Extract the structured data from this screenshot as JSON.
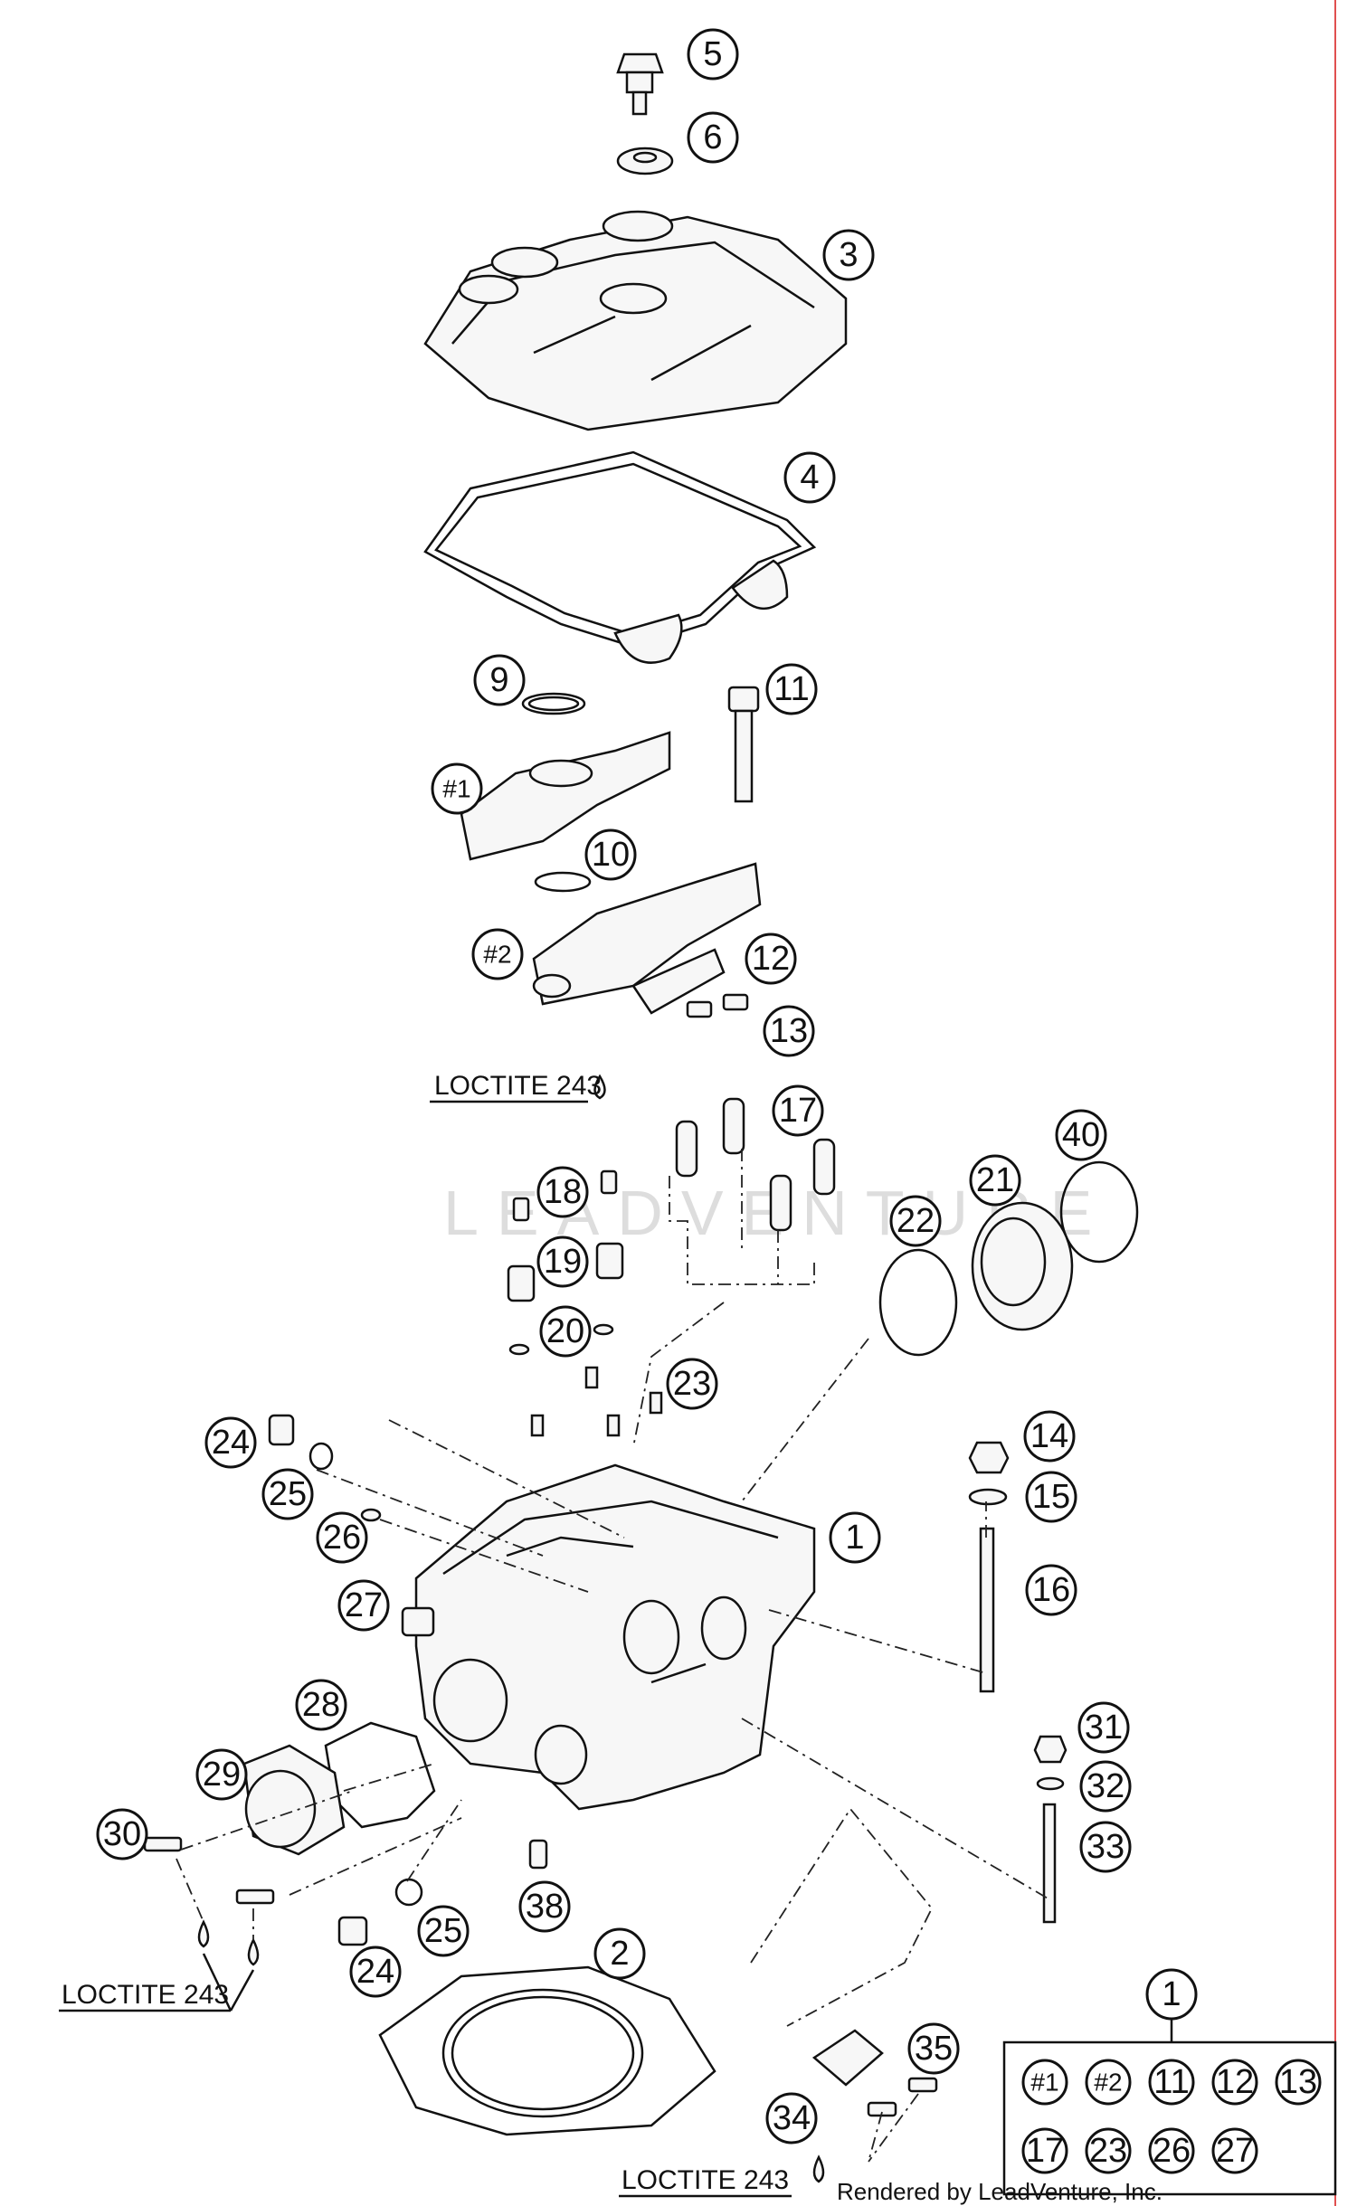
{
  "diagram": {
    "callouts": [
      {
        "id": "5",
        "label": "5"
      },
      {
        "id": "6",
        "label": "6"
      },
      {
        "id": "3",
        "label": "3"
      },
      {
        "id": "4",
        "label": "4"
      },
      {
        "id": "9",
        "label": "9"
      },
      {
        "id": "11",
        "label": "11"
      },
      {
        "id": "h1",
        "label": "#1"
      },
      {
        "id": "10",
        "label": "10"
      },
      {
        "id": "h2",
        "label": "#2"
      },
      {
        "id": "12",
        "label": "12"
      },
      {
        "id": "13",
        "label": "13"
      },
      {
        "id": "17",
        "label": "17"
      },
      {
        "id": "40",
        "label": "40"
      },
      {
        "id": "21",
        "label": "21"
      },
      {
        "id": "18",
        "label": "18"
      },
      {
        "id": "22",
        "label": "22"
      },
      {
        "id": "19",
        "label": "19"
      },
      {
        "id": "20",
        "label": "20"
      },
      {
        "id": "23",
        "label": "23"
      },
      {
        "id": "14",
        "label": "14"
      },
      {
        "id": "15",
        "label": "15"
      },
      {
        "id": "24a",
        "label": "24"
      },
      {
        "id": "25a",
        "label": "25"
      },
      {
        "id": "1",
        "label": "1"
      },
      {
        "id": "26",
        "label": "26"
      },
      {
        "id": "16",
        "label": "16"
      },
      {
        "id": "27",
        "label": "27"
      },
      {
        "id": "28",
        "label": "28"
      },
      {
        "id": "31",
        "label": "31"
      },
      {
        "id": "29",
        "label": "29"
      },
      {
        "id": "32",
        "label": "32"
      },
      {
        "id": "30",
        "label": "30"
      },
      {
        "id": "33",
        "label": "33"
      },
      {
        "id": "38",
        "label": "38"
      },
      {
        "id": "25b",
        "label": "25"
      },
      {
        "id": "2",
        "label": "2"
      },
      {
        "id": "24b",
        "label": "24"
      },
      {
        "id": "35",
        "label": "35"
      },
      {
        "id": "34",
        "label": "34"
      }
    ],
    "loctite_labels": [
      "LOCTITE 243",
      "LOCTITE 243",
      "LOCTITE 243"
    ],
    "kit": {
      "header": "1",
      "items": [
        "#1",
        "#2",
        "11",
        "12",
        "13",
        "17",
        "23",
        "26",
        "27"
      ]
    },
    "watermark": "LEADVENTURE",
    "credit": "Rendered by LeadVenture, Inc."
  }
}
